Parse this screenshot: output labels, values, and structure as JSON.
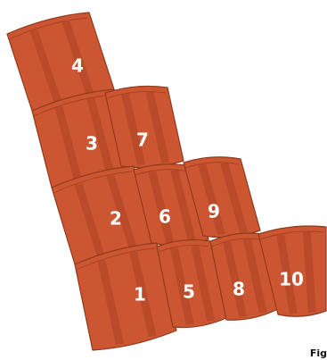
{
  "diagram": {
    "tile_color": "#cd5632",
    "tile_shadow": "#a94324",
    "tile_outline": "#8e3a1e",
    "tiles": [
      {
        "number": "1"
      },
      {
        "number": "2"
      },
      {
        "number": "3"
      },
      {
        "number": "4"
      },
      {
        "number": "5"
      },
      {
        "number": "6"
      },
      {
        "number": "7"
      },
      {
        "number": "8"
      },
      {
        "number": "9"
      },
      {
        "number": "10"
      }
    ],
    "caption": "Fig"
  }
}
